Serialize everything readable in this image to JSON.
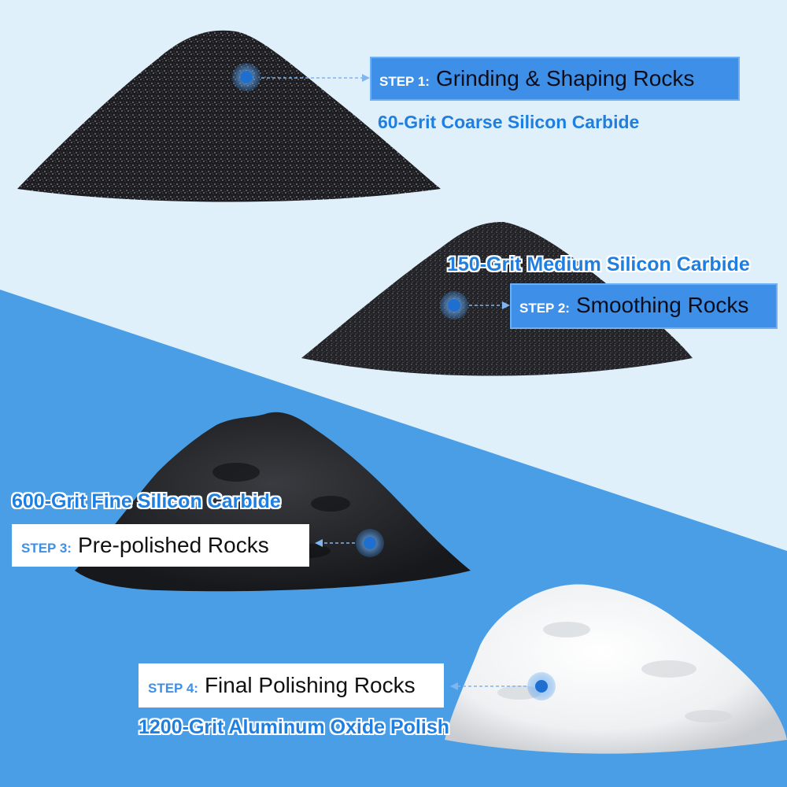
{
  "colors": {
    "top_background": "#dff0fb",
    "bottom_background": "#4a9ee6",
    "accent_blue": "#1f7fe0",
    "step_box_blue": "#3d8fe8"
  },
  "steps": [
    {
      "label": "STEP 1:",
      "title": "Grinding & Shaping Rocks",
      "grit": "60-Grit Coarse Silicon Carbide"
    },
    {
      "label": "STEP 2:",
      "title": "Smoothing Rocks",
      "grit": "150-Grit Medium Silicon Carbide"
    },
    {
      "label": "STEP 3:",
      "title": "Pre-polished  Rocks",
      "grit": "600-Grit Fine Silicon Carbide"
    },
    {
      "label": "STEP 4:",
      "title": "Final Polishing Rocks",
      "grit": "1200-Grit Aluminum Oxide Polish"
    }
  ]
}
